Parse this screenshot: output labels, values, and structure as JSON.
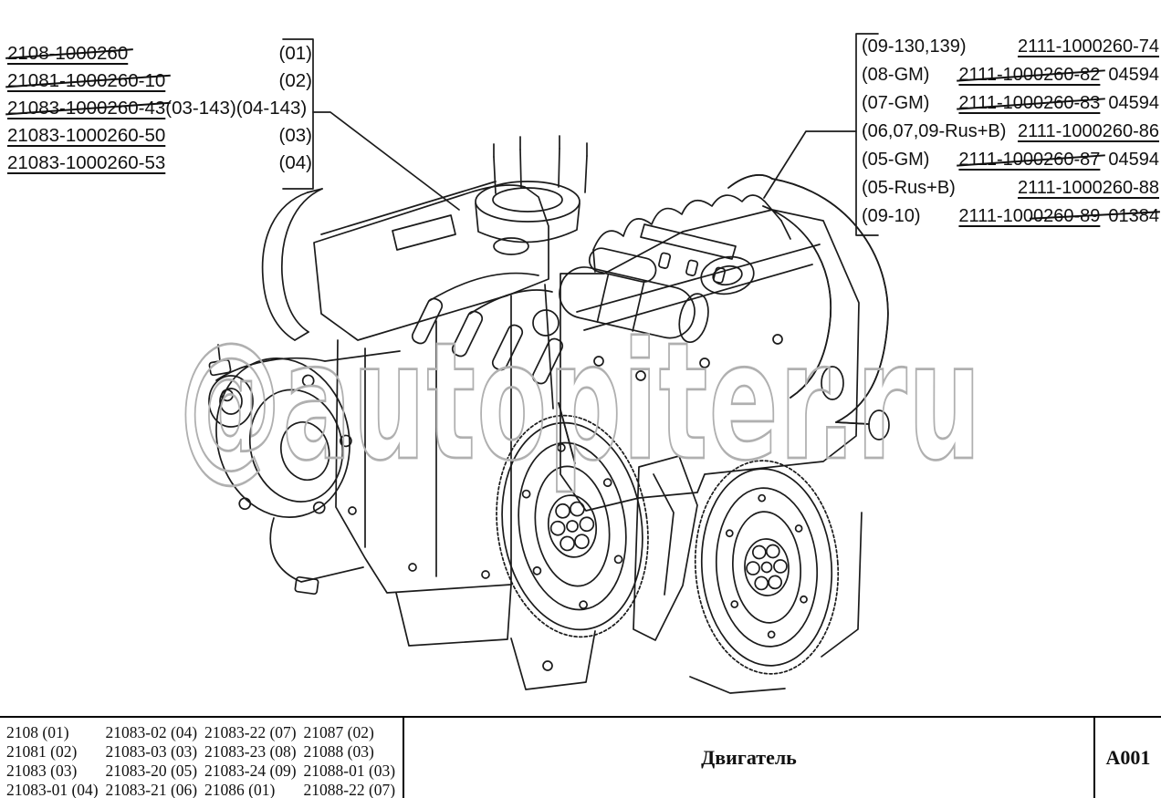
{
  "page": {
    "background": "#ffffff",
    "ink": "#111111"
  },
  "left_list": {
    "items": [
      {
        "part": "2108-1000260",
        "code": "(01)",
        "struck": true
      },
      {
        "part": "21081-1000260-10",
        "code": "(02)",
        "struck": true
      },
      {
        "part": "21083-1000260-43",
        "code": "(03-143)(04-143)",
        "struck": true
      },
      {
        "part": "21083-1000260-50",
        "code": "(03)",
        "struck": false
      },
      {
        "part": "21083-1000260-53",
        "code": "(04)",
        "struck": false
      }
    ]
  },
  "right_list": {
    "items": [
      {
        "cond": "(09-130,139)",
        "part": "2111-1000260-74",
        "extra": "",
        "struck": false
      },
      {
        "cond": "(08-GM)",
        "part": "2111-1000260-82",
        "extra": "04594",
        "struck": true
      },
      {
        "cond": "(07-GM)",
        "part": "2111-1000260-83",
        "extra": "04594",
        "struck": true
      },
      {
        "cond": "(06,07,09-Rus+B)",
        "part": "2111-1000260-86",
        "extra": "",
        "struck": false
      },
      {
        "cond": "(05-GM)",
        "part": "2111-1000260-87",
        "extra": "04594",
        "struck": true
      },
      {
        "cond": "(05-Rus+B)",
        "part": "2111-1000260-88",
        "extra": "",
        "struck": false
      },
      {
        "cond": "(09-10)",
        "part": "2111-1000260-89",
        "extra": "01384",
        "struck": false
      }
    ]
  },
  "watermark": {
    "text": "@autopiter.ru",
    "color": "#b0b0b0"
  },
  "footer": {
    "columns": [
      [
        "2108 (01)",
        "21081 (02)",
        "21083 (03)",
        "21083-01 (04)"
      ],
      [
        "21083-02 (04)",
        "21083-03 (03)",
        "21083-20 (05)",
        "21083-21 (06)"
      ],
      [
        "21083-22 (07)",
        "21083-23 (08)",
        "21083-24 (09)",
        "21086 (01)"
      ],
      [
        "21087 (02)",
        "21088 (03)",
        "21088-01 (03)",
        "21088-22 (07)"
      ]
    ],
    "title": "Двигатель",
    "page_code": "A001"
  }
}
